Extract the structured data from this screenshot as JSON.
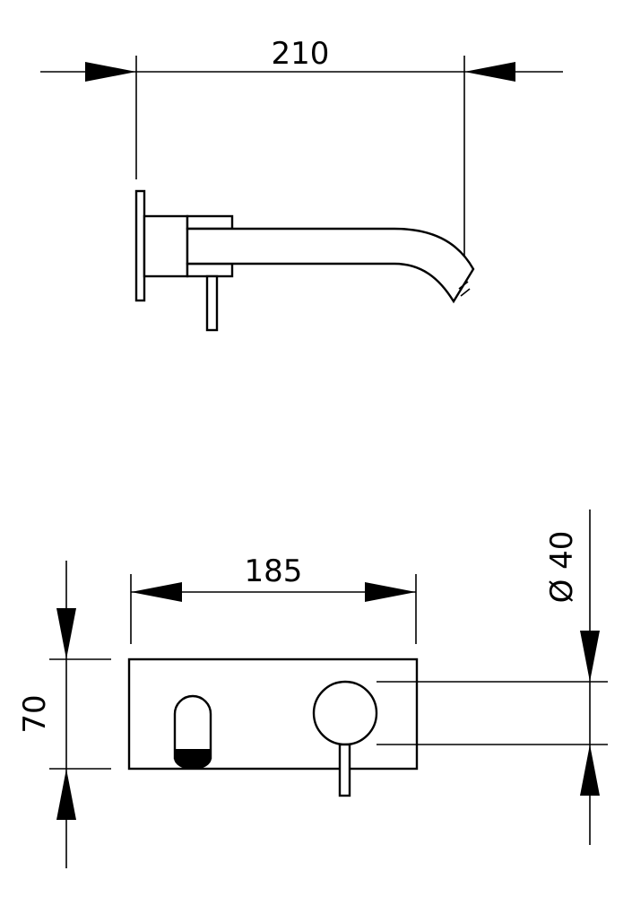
{
  "dimensions": {
    "side_spout_projection": "210",
    "front_plate_width": "185",
    "front_plate_height": "70",
    "front_handle_diameter": "Ø 40"
  }
}
